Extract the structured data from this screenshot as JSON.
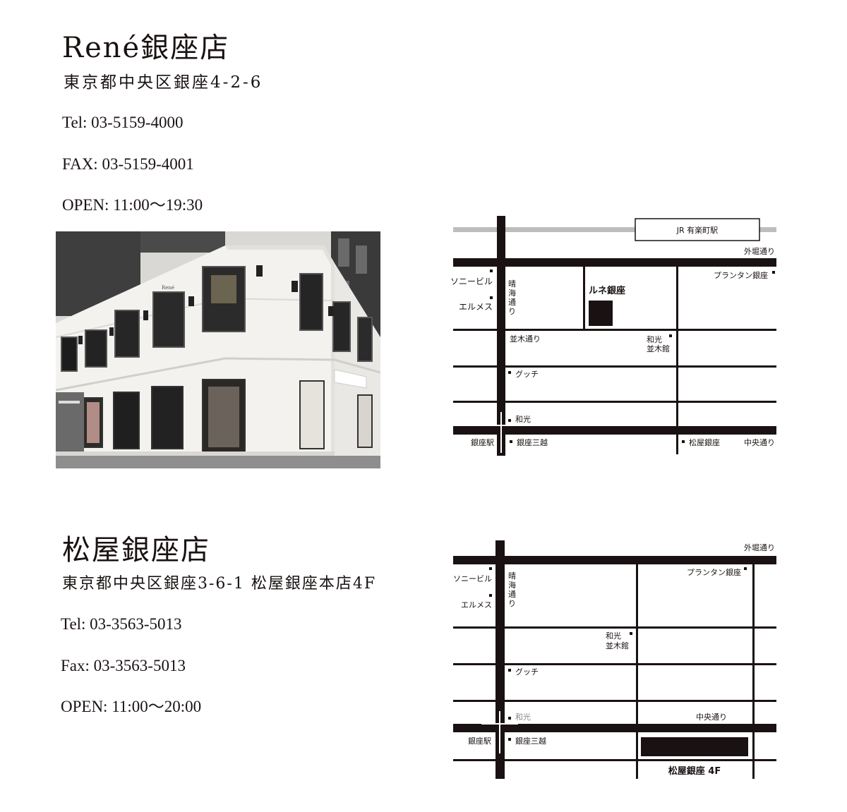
{
  "rene": {
    "title": "René銀座店",
    "address": "東京都中央区銀座4-2-6",
    "tel": "Tel: 03-5159-4000",
    "fax": "FAX: 03-5159-4001",
    "open": "OPEN: 11:00～19:30",
    "photo": {
      "sign": "René"
    },
    "map": {
      "station_jr": "JR 有楽町駅",
      "sotobori": "外堀通り",
      "printemps": "プランタン銀座",
      "sony": "ソニービル",
      "hermes": "エルメス",
      "harumi": "晴海通り",
      "store": "ルネ銀座",
      "namiki": "並木通り",
      "wako_namiki_1": "和光",
      "wako_namiki_2": "並木館",
      "gucci": "グッチ",
      "wako": "和光",
      "ginza_station": "銀座駅",
      "mitsukoshi": "銀座三越",
      "matsuya": "松屋銀座",
      "chuo": "中央通り"
    }
  },
  "matsuya": {
    "title": "松屋銀座店",
    "address": "東京都中央区銀座3-6-1 松屋銀座本店4F",
    "tel": "Tel: 03-3563-5013",
    "fax": "Fax: 03-3563-5013",
    "open": "OPEN: 11:00～20:00",
    "map": {
      "sotobori": "外堀通り",
      "printemps": "プランタン銀座",
      "sony": "ソニービル",
      "hermes": "エルメス",
      "harumi": "晴海通り",
      "wako_namiki_1": "和光",
      "wako_namiki_2": "並木館",
      "gucci": "グッチ",
      "wako": "和光",
      "chuo": "中央通り",
      "ginza_station": "銀座駅",
      "mitsukoshi": "銀座三越",
      "store": "松屋銀座 4F"
    }
  },
  "colors": {
    "ink": "#1a1212",
    "rail": "#bdbdbd",
    "facade": "#f2f1ee",
    "dark_building": "#3e3e3e"
  }
}
